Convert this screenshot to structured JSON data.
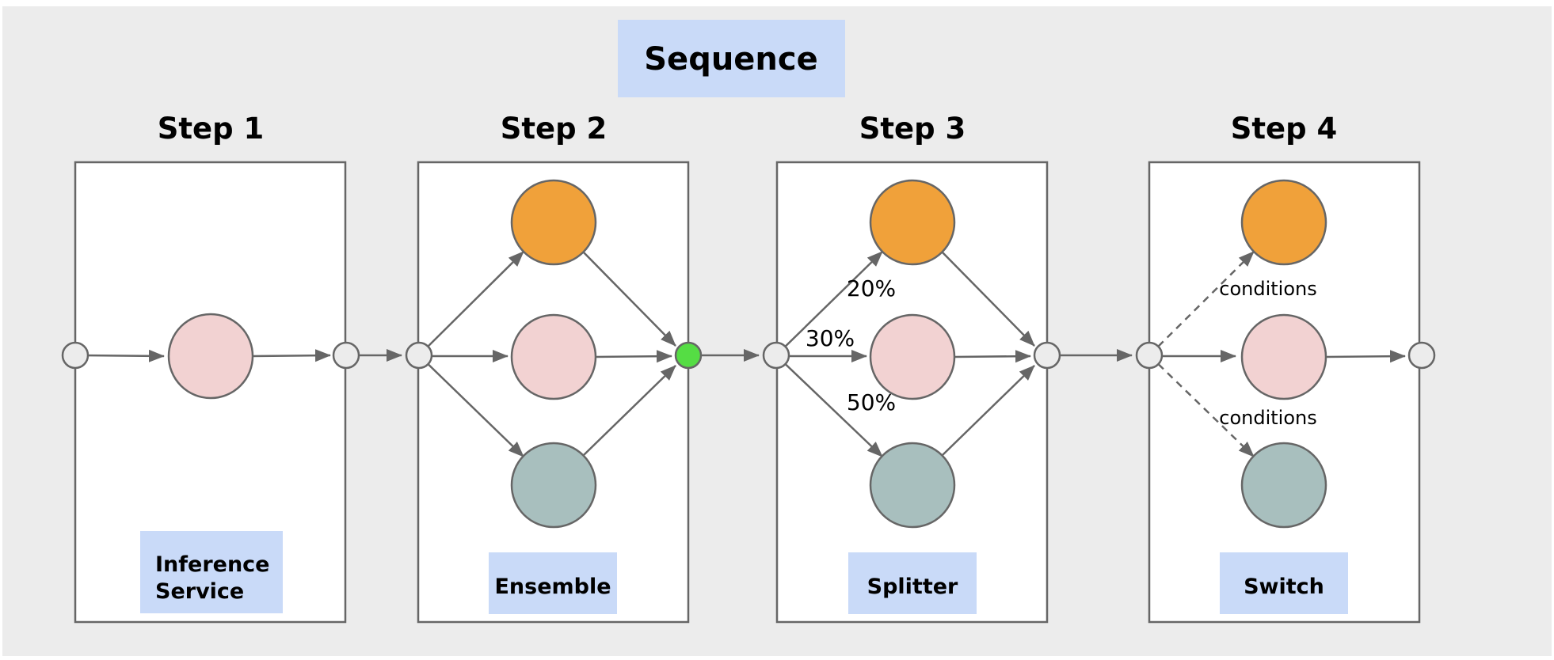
{
  "sequence": {
    "title": "Sequence"
  },
  "steps": [
    {
      "title": "Step 1",
      "label": "Inference Service",
      "label_line1": "Inference",
      "label_line2": "Service"
    },
    {
      "title": "Step 2",
      "label": "Ensemble"
    },
    {
      "title": "Step 3",
      "label": "Splitter",
      "percentages": [
        "20%",
        "30%",
        "50%"
      ]
    },
    {
      "title": "Step 4",
      "label": "Switch",
      "condition_label_top": "conditions",
      "condition_label_bottom": "conditions"
    }
  ],
  "colors": {
    "background": "#ececec",
    "box_fill": "#ffffff",
    "stroke": "#666666",
    "node_orange": "#f0a13a",
    "node_pink": "#f2d2d2",
    "node_teal": "#a8bfbe",
    "port_fill": "#ececec",
    "port_green": "#55dd44",
    "label_fill": "#c9daf8",
    "text": "#000000"
  }
}
